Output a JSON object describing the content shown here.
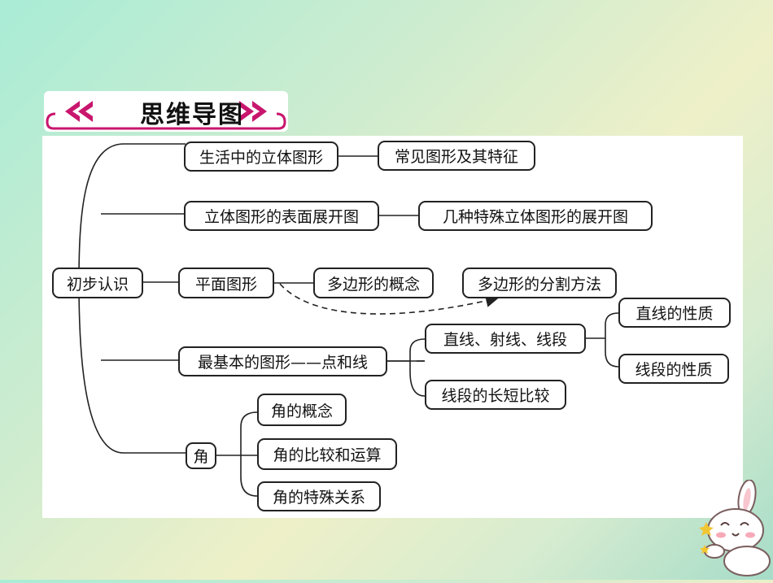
{
  "title": "思维导图",
  "root": "初步认识",
  "branches": {
    "b1": "生活中的立体图形",
    "b1a": "常见图形及其特征",
    "b2": "立体图形的表面展开图",
    "b2a": "几种特殊立体图形的展开图",
    "b3": "平面图形",
    "b3a": "多边形的概念",
    "b3b": "多边形的分割方法",
    "b4": "最基本的图形——点和线",
    "b4a": "直线、射线、线段",
    "b4a1": "直线的性质",
    "b4a2": "线段的性质",
    "b4b": "线段的长短比较",
    "b5": "角",
    "b5a": "角的概念",
    "b5b": "角的比较和运算",
    "b5c": "角的特殊关系"
  },
  "colors": {
    "accent": "#c8166e",
    "line": "#222222"
  }
}
